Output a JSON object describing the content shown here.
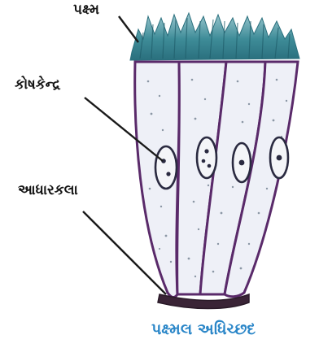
{
  "labels": {
    "cilia": "પક્ષ્મ",
    "nucleus": "કોષકેન્દ્ર",
    "basement_membrane": "આધારકલા"
  },
  "caption": "પક્ષ્મલ અધિચ્છદ",
  "colors": {
    "cilia": "#2f7f8c",
    "cell_outline": "#5a2a6a",
    "cytoplasm": "#eef0f7",
    "nucleus_fill": "#f4f5f8",
    "caption_text": "#2a86c8",
    "label_text": "#141414",
    "pointer_line": "#1a1a1a"
  }
}
